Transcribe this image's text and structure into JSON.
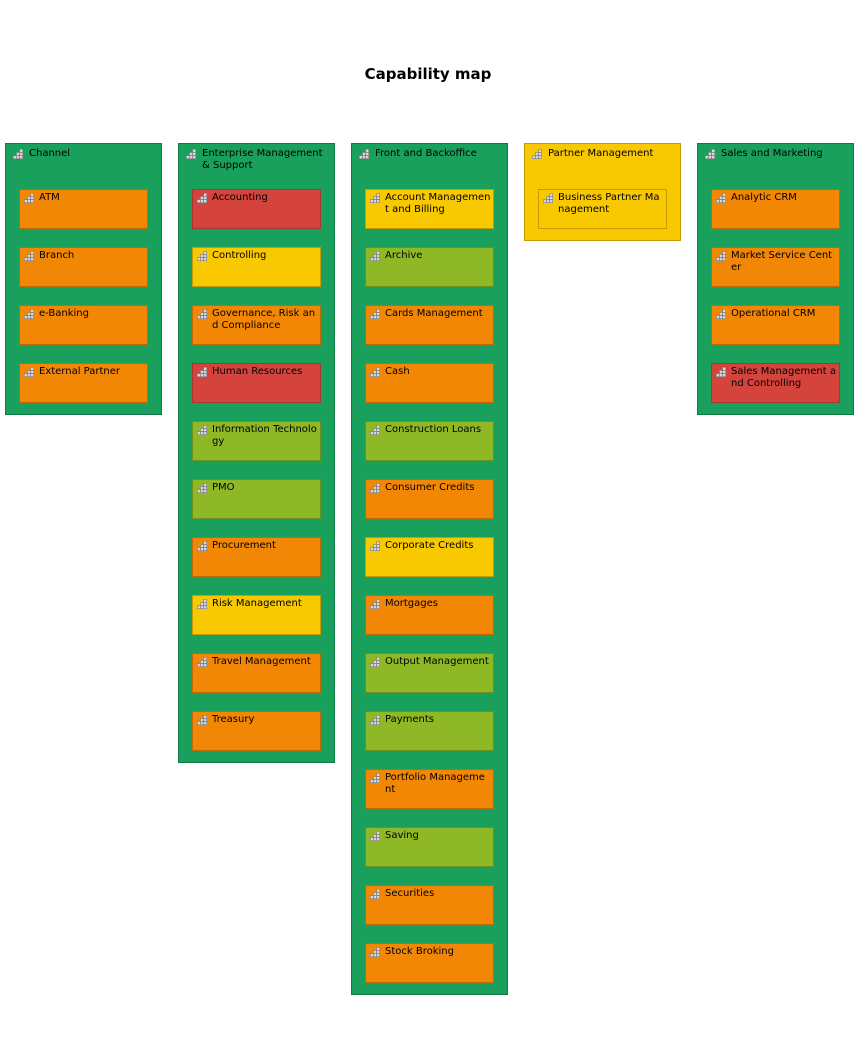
{
  "title": "Capability map",
  "colors": {
    "green": {
      "bg": "#18A05C",
      "border": "#0F7A44"
    },
    "orange": {
      "bg": "#F28705",
      "border": "#BF6A04"
    },
    "red": {
      "bg": "#D5443C",
      "border": "#A8352F"
    },
    "yellow": {
      "bg": "#F8C800",
      "border": "#C29C00"
    },
    "olive": {
      "bg": "#8FB827",
      "border": "#70901E"
    }
  },
  "groups": [
    {
      "label": "Channel",
      "color": "green",
      "items": [
        {
          "label": "ATM",
          "color": "orange"
        },
        {
          "label": "Branch",
          "color": "orange"
        },
        {
          "label": "e-Banking",
          "color": "orange"
        },
        {
          "label": "External Partner",
          "color": "orange"
        }
      ]
    },
    {
      "label": "Enterprise Management & Support",
      "color": "green",
      "items": [
        {
          "label": "Accounting",
          "color": "red"
        },
        {
          "label": "Controlling",
          "color": "yellow"
        },
        {
          "label": "Governance, Risk and Compliance",
          "color": "orange"
        },
        {
          "label": "Human Resources",
          "color": "red"
        },
        {
          "label": "Information Technology",
          "color": "olive"
        },
        {
          "label": "PMO",
          "color": "olive"
        },
        {
          "label": "Procurement",
          "color": "orange"
        },
        {
          "label": "Risk Management",
          "color": "yellow"
        },
        {
          "label": "Travel Management",
          "color": "orange"
        },
        {
          "label": "Treasury",
          "color": "orange"
        }
      ]
    },
    {
      "label": "Front and Backoffice",
      "color": "green",
      "items": [
        {
          "label": "Account Management and Billing",
          "color": "yellow"
        },
        {
          "label": "Archive",
          "color": "olive"
        },
        {
          "label": "Cards Management",
          "color": "orange"
        },
        {
          "label": "Cash",
          "color": "orange"
        },
        {
          "label": "Construction Loans",
          "color": "olive"
        },
        {
          "label": "Consumer Credits",
          "color": "orange"
        },
        {
          "label": "Corporate Credits",
          "color": "yellow"
        },
        {
          "label": "Mortgages",
          "color": "orange"
        },
        {
          "label": "Output Management",
          "color": "olive"
        },
        {
          "label": "Payments",
          "color": "olive"
        },
        {
          "label": "Portfolio Management",
          "color": "orange"
        },
        {
          "label": "Saving",
          "color": "olive"
        },
        {
          "label": "Securities",
          "color": "orange"
        },
        {
          "label": "Stock Broking",
          "color": "orange"
        }
      ]
    },
    {
      "label": "Partner Management",
      "color": "yellow",
      "items": [
        {
          "label": "Business Partner Management",
          "color": "yellow"
        }
      ]
    },
    {
      "label": "Sales and Marketing",
      "color": "green",
      "items": [
        {
          "label": "Analytic CRM",
          "color": "orange"
        },
        {
          "label": "Market Service Center",
          "color": "orange"
        },
        {
          "label": "Operational CRM",
          "color": "orange"
        },
        {
          "label": "Sales Management and Controlling",
          "color": "red"
        }
      ]
    }
  ]
}
